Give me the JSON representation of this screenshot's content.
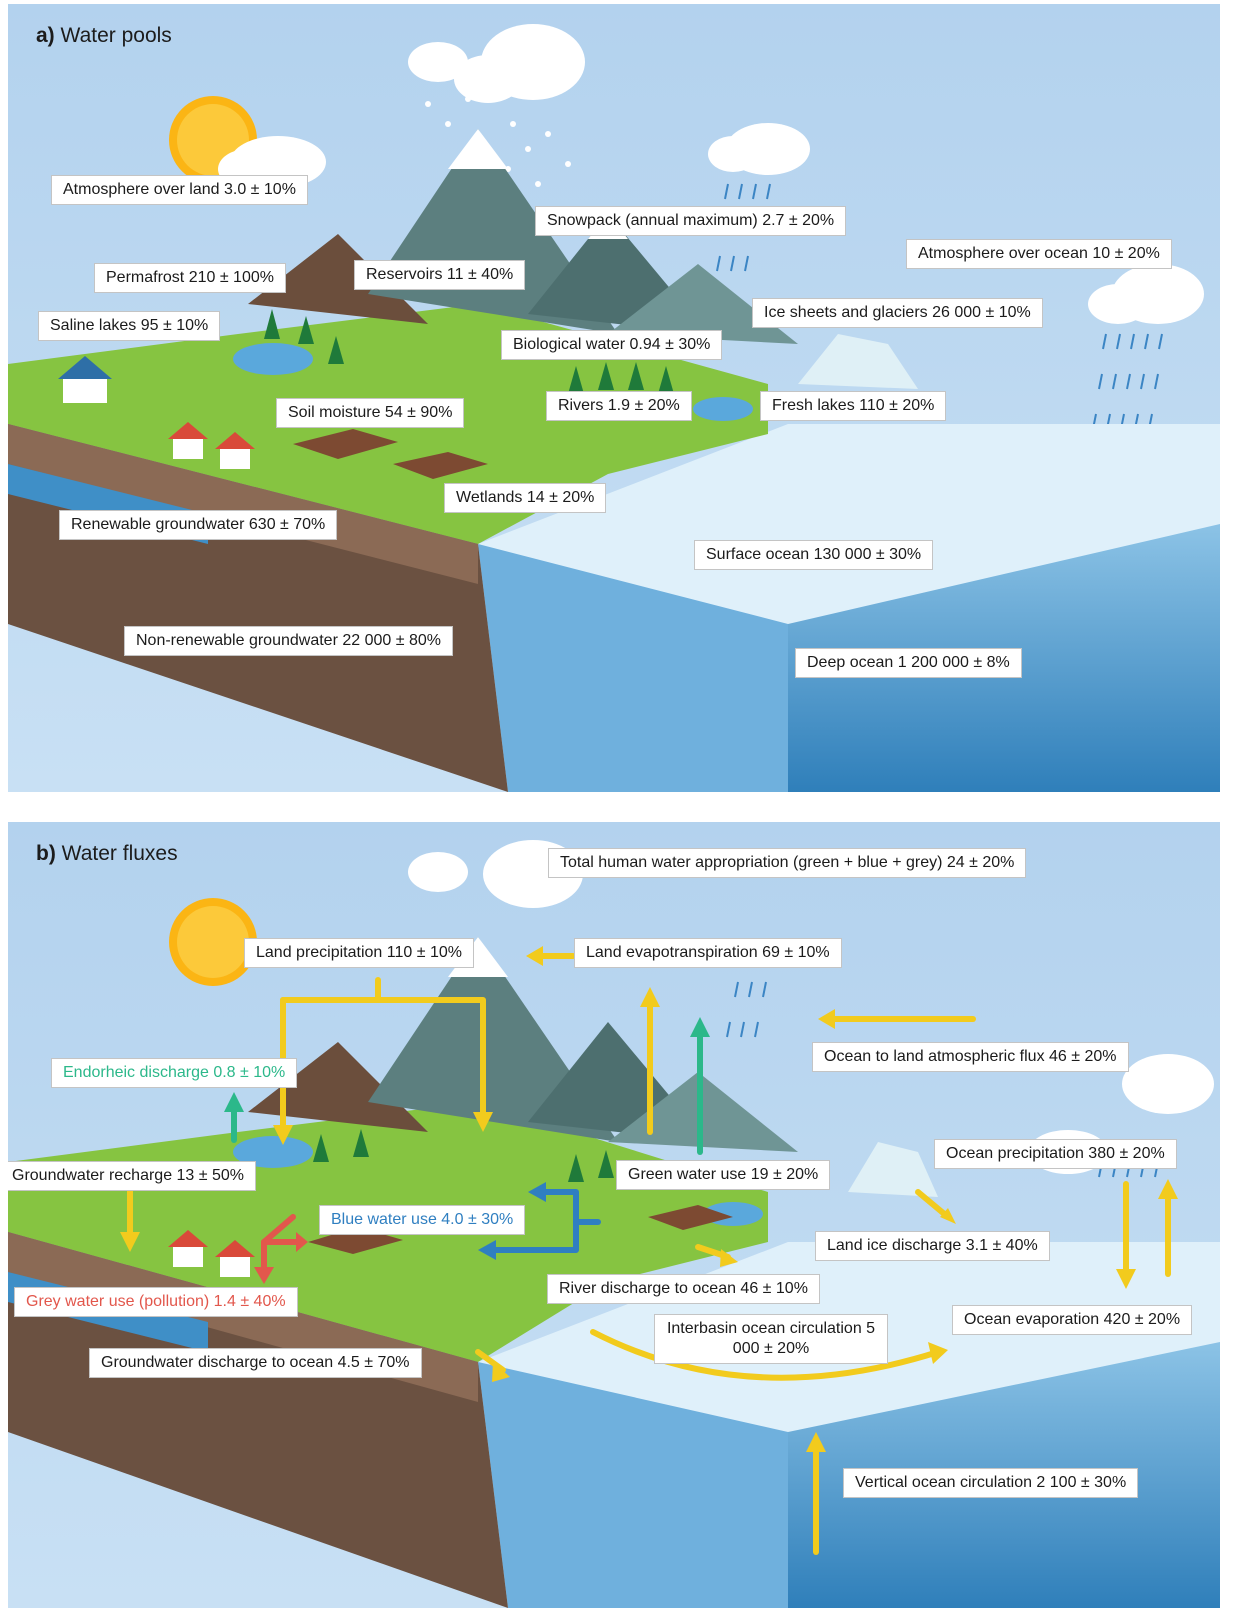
{
  "panel_a": {
    "title_bold": "a)",
    "title_text": "Water pools",
    "labels": [
      {
        "key": "atmosphere_land",
        "text": "Atmosphere over land 3.0 ± 10%"
      },
      {
        "key": "snowpack",
        "text": "Snowpack (annual maximum) 2.7 ± 20%"
      },
      {
        "key": "atmosphere_ocean",
        "text": "Atmosphere over ocean 10 ± 20%"
      },
      {
        "key": "permafrost",
        "text": "Permafrost 210 ± 100%"
      },
      {
        "key": "reservoirs",
        "text": "Reservoirs 11 ± 40%"
      },
      {
        "key": "ice_sheets",
        "text": "Ice sheets and glaciers 26 000 ± 10%"
      },
      {
        "key": "saline_lakes",
        "text": "Saline lakes 95 ± 10%"
      },
      {
        "key": "biological_water",
        "text": "Biological water 0.94 ± 30%"
      },
      {
        "key": "soil_moisture",
        "text": "Soil moisture 54 ± 90%"
      },
      {
        "key": "rivers",
        "text": "Rivers 1.9 ± 20%"
      },
      {
        "key": "fresh_lakes",
        "text": "Fresh lakes 110 ± 20%"
      },
      {
        "key": "wetlands",
        "text": "Wetlands 14 ± 20%"
      },
      {
        "key": "renewable_gw",
        "text": "Renewable groundwater 630 ± 70%"
      },
      {
        "key": "surface_ocean",
        "text": "Surface ocean 130 000 ± 30%"
      },
      {
        "key": "nonrenewable_gw",
        "text": "Non-renewable groundwater 22 000 ± 80%"
      },
      {
        "key": "deep_ocean",
        "text": "Deep ocean 1 200 000 ± 8%"
      }
    ]
  },
  "panel_b": {
    "title_bold": "b)",
    "title_text": "Water fluxes",
    "labels": [
      {
        "key": "total_human",
        "text": "Total human water appropriation (green + blue + grey)  24 ± 20%"
      },
      {
        "key": "land_precip",
        "text": "Land precipitation 110 ± 10%"
      },
      {
        "key": "land_evap",
        "text": "Land evapotranspiration 69 ± 10%"
      },
      {
        "key": "ocean_to_land",
        "text": "Ocean to land atmospheric flux 46 ± 20%"
      },
      {
        "key": "endorheic",
        "text": "Endorheic discharge 0.8 ± 10%"
      },
      {
        "key": "ocean_precip",
        "text": "Ocean precipitation 380 ± 20%"
      },
      {
        "key": "gw_recharge",
        "text": "Groundwater recharge 13 ± 50%"
      },
      {
        "key": "green_water",
        "text": "Green water use 19 ± 20%"
      },
      {
        "key": "blue_water",
        "text": "Blue water use 4.0 ± 30%"
      },
      {
        "key": "land_ice",
        "text": "Land ice discharge 3.1 ± 40%"
      },
      {
        "key": "grey_water",
        "text": "Grey water use (pollution) 1.4 ± 40%"
      },
      {
        "key": "river_discharge",
        "text": "River discharge to ocean 46 ± 10%"
      },
      {
        "key": "ocean_evap",
        "text": "Ocean evaporation 420 ± 20%"
      },
      {
        "key": "interbasin",
        "text": "Interbasin ocean circulation 5 000 ± 20%"
      },
      {
        "key": "gw_discharge",
        "text": "Groundwater discharge to ocean 4.5 ± 70%"
      },
      {
        "key": "vertical_ocean",
        "text": "Vertical ocean circulation 2 100 ± 30%"
      }
    ]
  },
  "colors": {
    "sky": "#b7d5ee",
    "ocean": "#3f8fc7",
    "land": "#7ac142",
    "flux_yellow": "#f2cb1d",
    "flux_green": "#2cb88a",
    "flux_blue": "#2f7fc1",
    "flux_red": "#e2574c"
  }
}
